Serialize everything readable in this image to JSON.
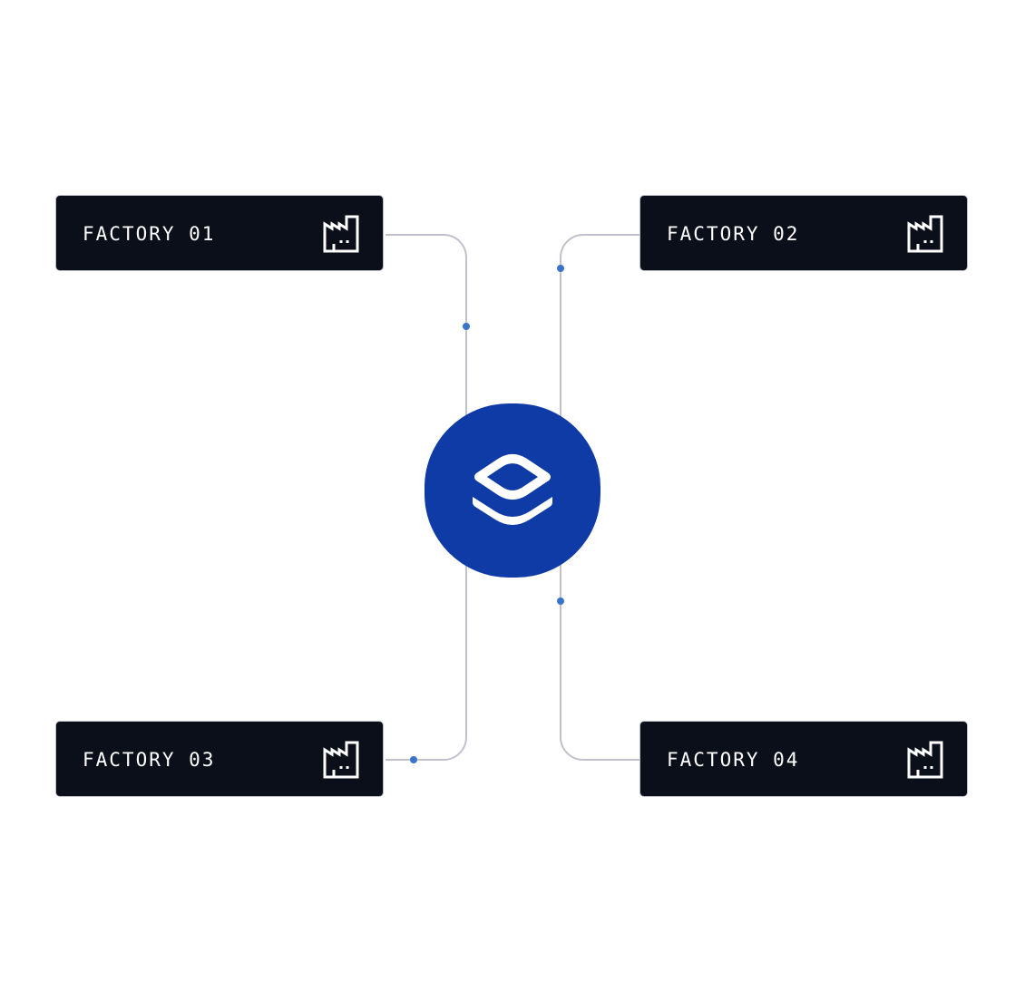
{
  "factories": [
    {
      "label": "FACTORY 01"
    },
    {
      "label": "FACTORY 02"
    },
    {
      "label": "FACTORY 03"
    },
    {
      "label": "FACTORY 04"
    }
  ],
  "hub": {
    "icon": "layers-icon"
  },
  "colors": {
    "box": "#0b0f1a",
    "hub": "#0e3ba6",
    "line": "#c0c1cc",
    "dot": "#3a74c8"
  }
}
